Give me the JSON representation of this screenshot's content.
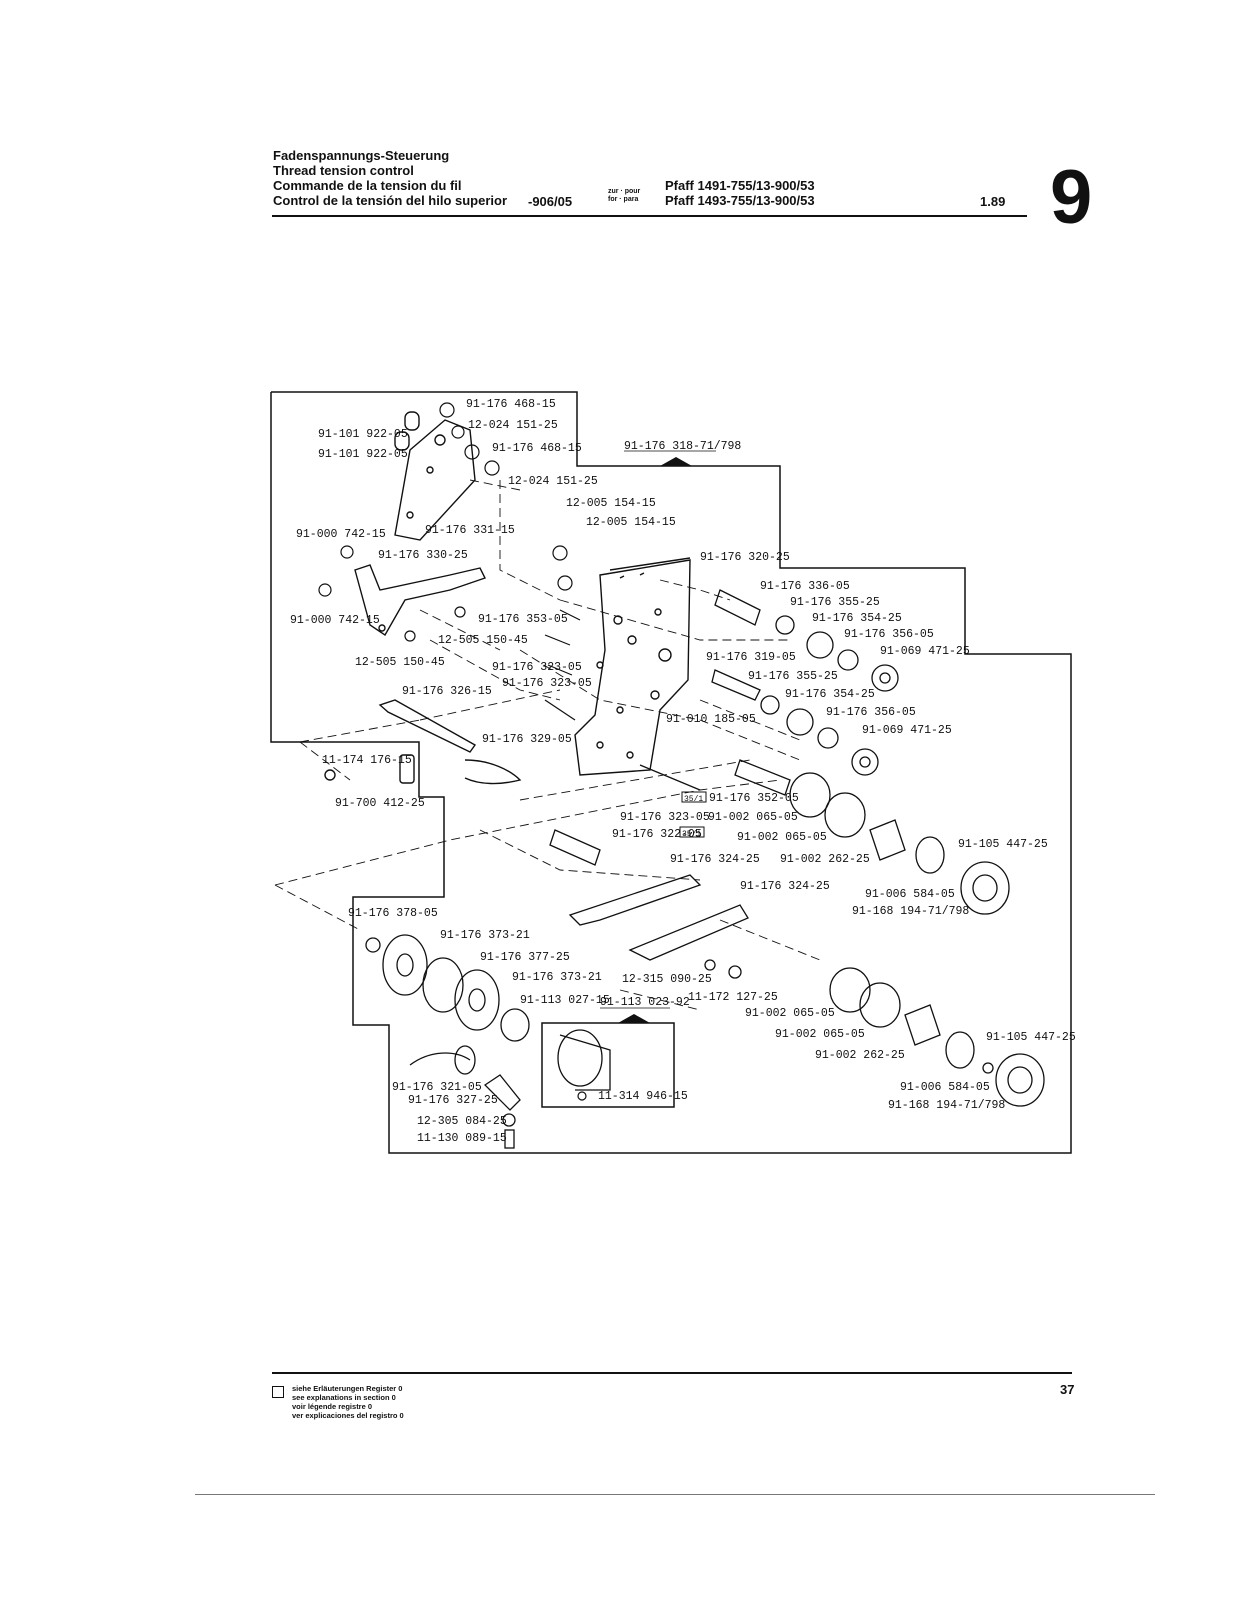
{
  "header": {
    "titles": [
      "Fadenspannungs-Steuerung",
      "Thread tension control",
      "Commande de la tension du fil",
      "Control de la tensión del hilo superior"
    ],
    "code": "-906/05",
    "zur_pour": "zur · pour",
    "for_para": "for · para",
    "models": [
      "Pfaff 1491-755/13-900/53",
      "Pfaff 1493-755/13-900/53"
    ],
    "date": "1.89",
    "section": "9"
  },
  "parts": {
    "p1": "91-176 468-15",
    "p2": "12-024 151-25",
    "p3": "91-101 922-05",
    "p4": "91-101 922-05",
    "p5": "91-176 468-15",
    "p6": "12-024 151-25",
    "p7": "91-176 318-71/798",
    "p8": "12-005 154-15",
    "p9": "12-005 154-15",
    "p10": "91-000 742-15",
    "p11": "91-176 331-15",
    "p12": "91-176 330-25",
    "p13": "91-176 320-25",
    "p14": "91-000 742-15",
    "p15": "91-176 353-05",
    "p16": "12-505 150-45",
    "p17": "12-505 150-45",
    "p18": "91-176 336-05",
    "p19": "91-176 355-25",
    "p20": "91-176 354-25",
    "p21": "91-176 356-05",
    "p22": "91-069 471-25",
    "p23": "91-176 323-05",
    "p24": "91-176 323-05",
    "p25": "91-176 319-05",
    "p26": "91-176 355-25",
    "p27": "91-176 326-15",
    "p28": "91-176 354-25",
    "p29": "91-176 356-05",
    "p30": "91-010 185-05",
    "p31": "91-069 471-25",
    "p32": "91-176 329-05",
    "p33": "11-174 176-15",
    "p34": "91-700 412-25",
    "p35": "91-176 352-05",
    "p36": "91-176 323-05",
    "p37": "91-002 065-05",
    "p38": "91-176 322-05",
    "p39": "91-002 065-05",
    "p40": "91-105 447-25",
    "p41": "91-176 324-25",
    "p42": "91-002 262-25",
    "p43": "91-176 324-25",
    "p44": "91-006 584-05",
    "p45": "91-168 194-71/798",
    "p46": "91-176 378-05",
    "p47": "91-176 373-21",
    "p48": "91-176 377-25",
    "p49": "91-176 373-21",
    "p50": "12-315 090-25",
    "p51": "91-113 027-15",
    "p52": "91-113 023-92",
    "p53": "11-172 127-25",
    "p54": "91-002 065-05",
    "p55": "91-002 065-05",
    "p56": "91-105 447-25",
    "p57": "91-002 262-25",
    "p58": "91-176 321-05",
    "p59": "91-176 327-25",
    "p60": "91-006 584-05",
    "p61": "91-168 194-71/798",
    "p62": "12-305 084-25",
    "p63": "11-130 089-15",
    "p64": "11-314 946-15"
  },
  "ref_box": "35/1",
  "page_number": "37",
  "legend": [
    "siehe Erläuterungen Register 0",
    "see explanations in section 0",
    "voir légende registre 0",
    "ver explicaciones del registro 0"
  ]
}
